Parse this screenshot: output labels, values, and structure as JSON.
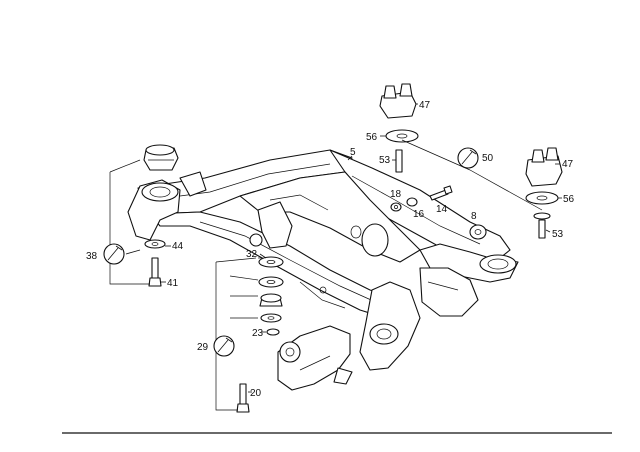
{
  "diagram": {
    "callouts": [
      {
        "key": "c47a",
        "text": "47"
      },
      {
        "key": "c56a",
        "text": "56"
      },
      {
        "key": "c53a",
        "text": "53"
      },
      {
        "key": "c5",
        "text": "5"
      },
      {
        "key": "c50",
        "text": "50"
      },
      {
        "key": "c47b",
        "text": "47"
      },
      {
        "key": "c18",
        "text": "18"
      },
      {
        "key": "c16",
        "text": "16"
      },
      {
        "key": "c14",
        "text": "14"
      },
      {
        "key": "c8",
        "text": "8"
      },
      {
        "key": "c56b",
        "text": "56"
      },
      {
        "key": "c53b",
        "text": "53"
      },
      {
        "key": "c38",
        "text": "38"
      },
      {
        "key": "c44",
        "text": "44"
      },
      {
        "key": "c41",
        "text": "41"
      },
      {
        "key": "c32",
        "text": "32"
      },
      {
        "key": "c23",
        "text": "23"
      },
      {
        "key": "c29",
        "text": "29"
      },
      {
        "key": "c20",
        "text": "20"
      }
    ],
    "icons": [
      "wrench-icon",
      "wrench-icon",
      "wrench-icon"
    ]
  }
}
